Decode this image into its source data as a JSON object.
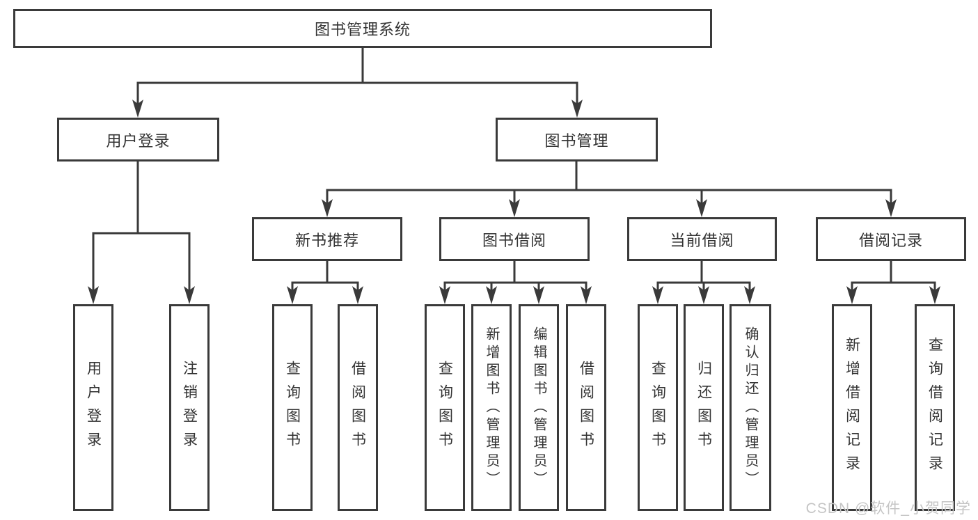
{
  "diagram": {
    "title": "图书管理系统",
    "root": {
      "label": "图书管理系统"
    },
    "branches": [
      {
        "label": "用户登录",
        "children": [
          "用户登录",
          "注销登录"
        ]
      },
      {
        "label": "图书管理",
        "subgroups": [
          {
            "label": "新书推荐",
            "children": [
              "查询图书",
              "借阅图书"
            ]
          },
          {
            "label": "图书借阅",
            "children": [
              "查询图书",
              "新增图书（管理员）",
              "编辑图书（管理员）",
              "借阅图书"
            ]
          },
          {
            "label": "当前借阅",
            "children": [
              "查询图书",
              "归还图书",
              "确认归还（管理员）"
            ]
          },
          {
            "label": "借阅记录",
            "children": [
              "新增借阅记录",
              "查询借阅记录"
            ]
          }
        ]
      }
    ]
  },
  "watermark": {
    "text": "CSDN @软件_小贺同学"
  },
  "colors": {
    "line": "#3a3a3a",
    "text": "#333333",
    "watermark": "#c5c5c5",
    "background": "#ffffff"
  }
}
